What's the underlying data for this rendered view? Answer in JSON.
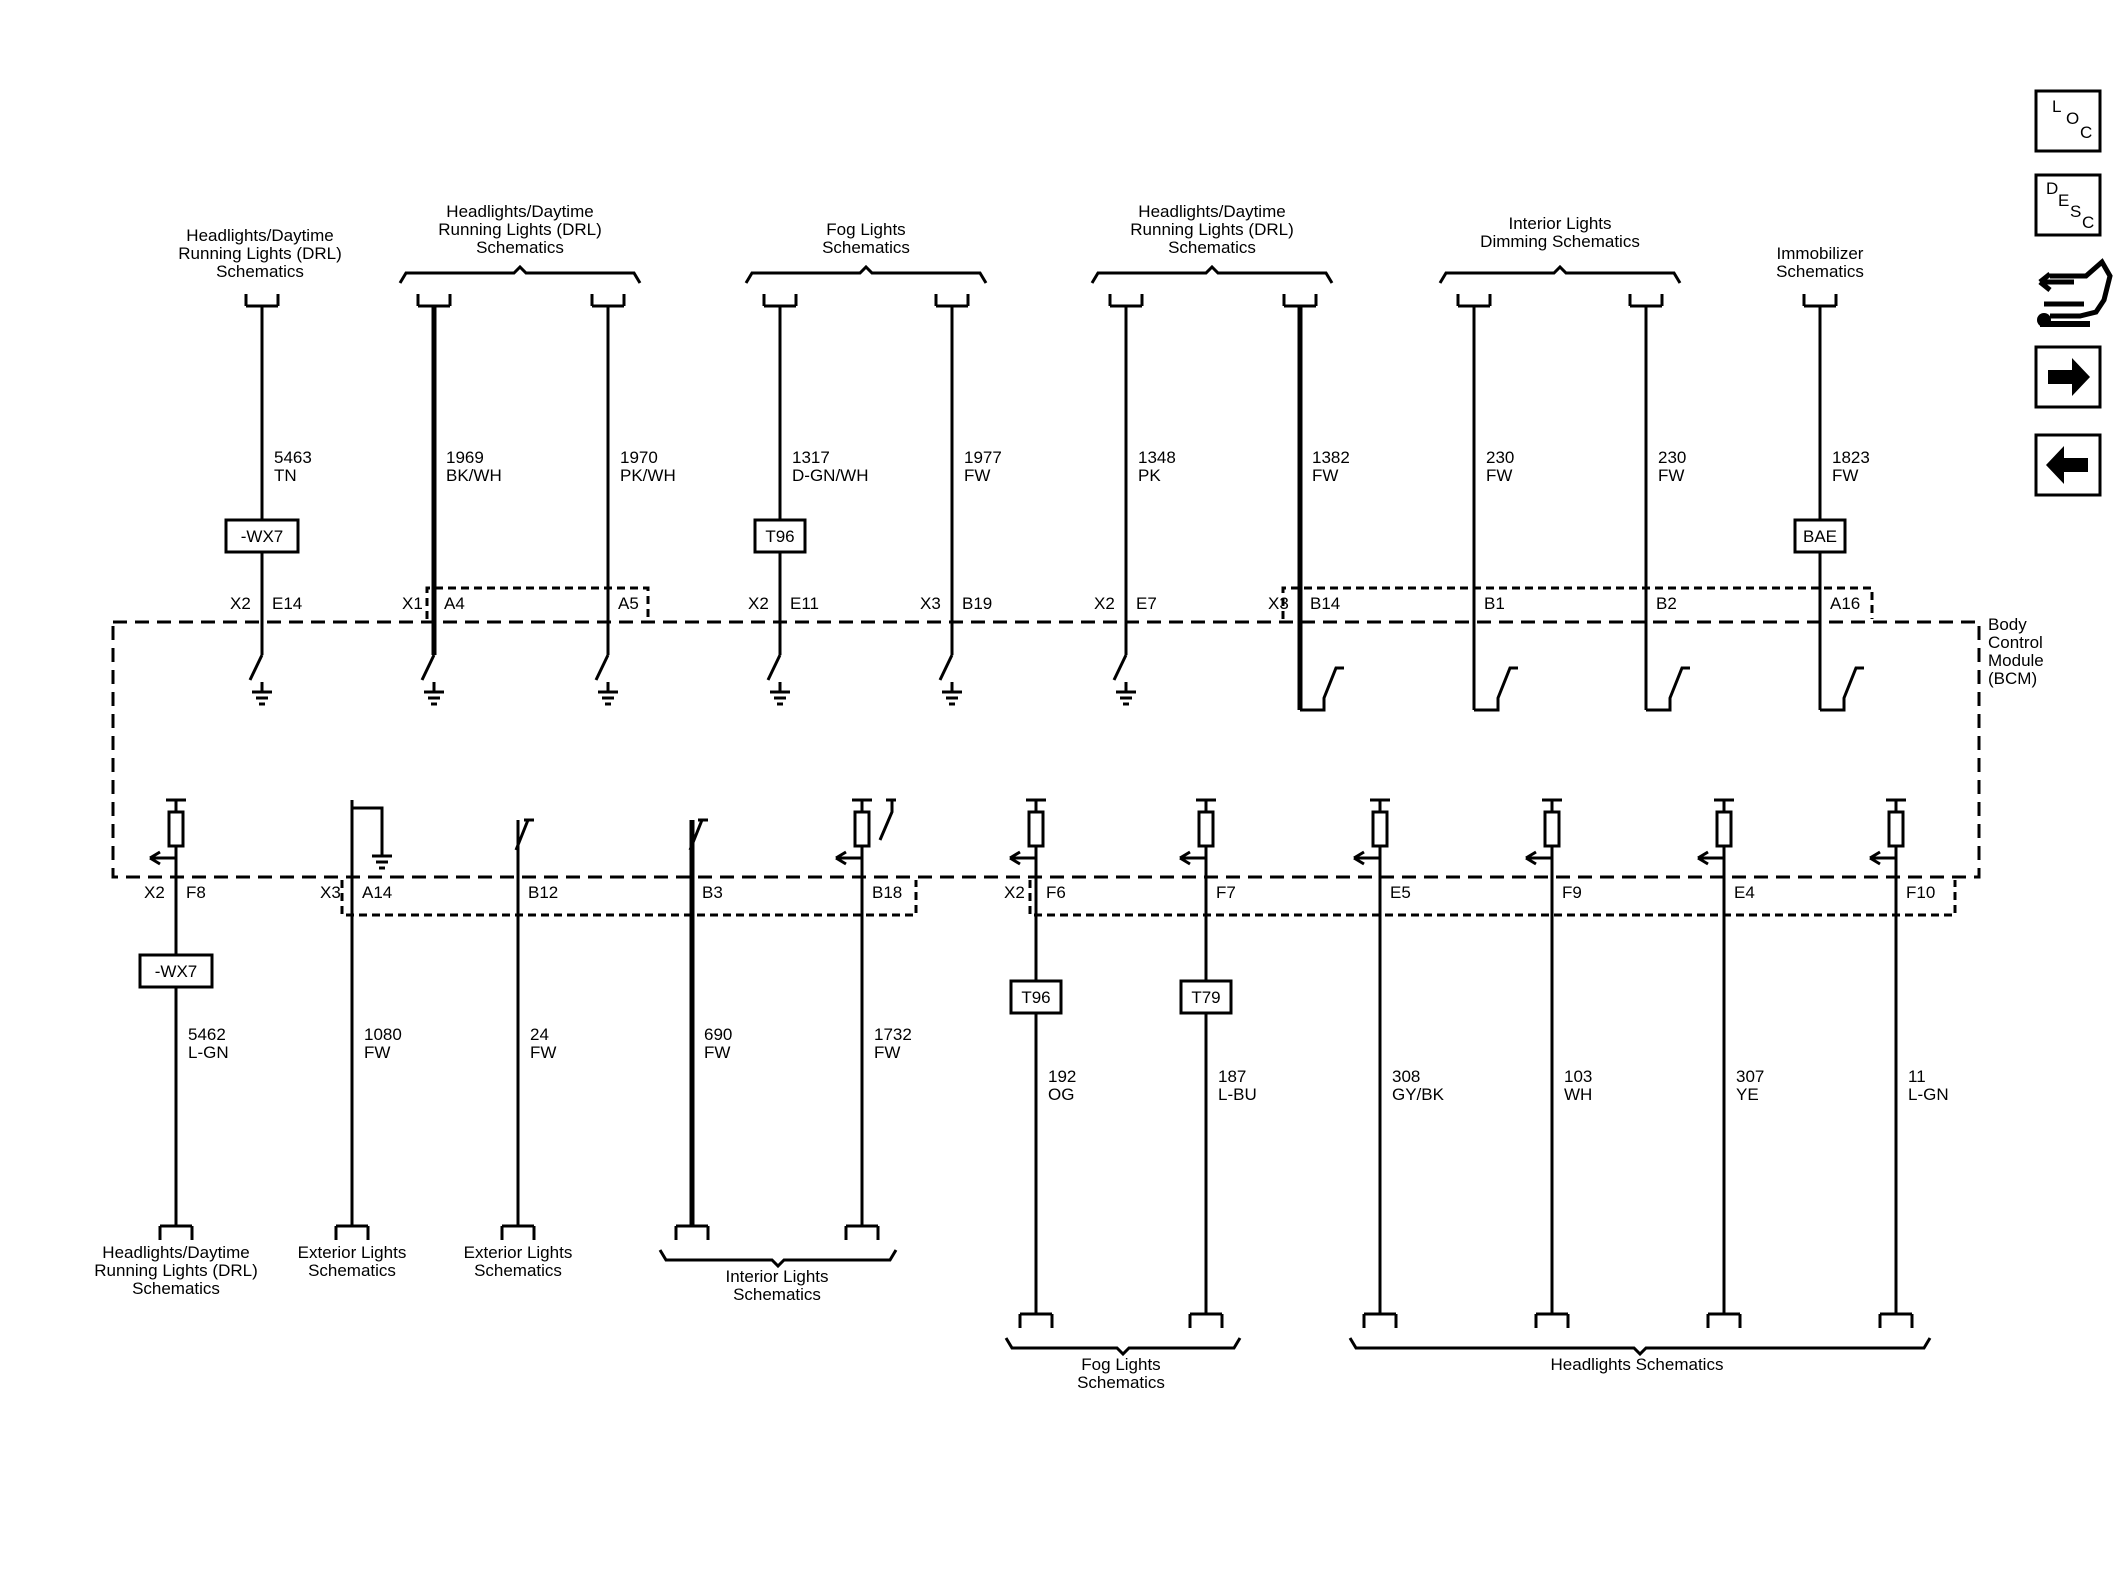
{
  "top_sources": [
    {
      "id": "t1",
      "lines": [
        "Headlights/Daytime",
        "Running Lights (DRL)",
        "Schematics"
      ]
    },
    {
      "id": "t2",
      "lines": [
        "Headlights/Daytime",
        "Running Lights (DRL)",
        "Schematics"
      ]
    },
    {
      "id": "t3",
      "lines": [
        "Fog Lights",
        "Schematics"
      ]
    },
    {
      "id": "t4",
      "lines": [
        "Headlights/Daytime",
        "Running Lights (DRL)",
        "Schematics"
      ]
    },
    {
      "id": "t5",
      "lines": [
        "Interior Lights",
        "Dimming Schematics"
      ]
    },
    {
      "id": "t6",
      "lines": [
        "Immobilizer",
        "Schematics"
      ]
    }
  ],
  "top_wires": [
    {
      "circuit": "5463",
      "color": "TN",
      "option": "-WX7",
      "conn": "X2",
      "pin": "E14"
    },
    {
      "circuit": "1969",
      "color": "BK/WH",
      "option": "",
      "conn": "X1",
      "pin": "A4"
    },
    {
      "circuit": "1970",
      "color": "PK/WH",
      "option": "",
      "conn": "",
      "pin": "A5"
    },
    {
      "circuit": "1317",
      "color": "D-GN/WH",
      "option": "T96",
      "conn": "X2",
      "pin": "E11"
    },
    {
      "circuit": "1977",
      "color": "FW",
      "option": "",
      "conn": "X3",
      "pin": "B19"
    },
    {
      "circuit": "1348",
      "color": "PK",
      "option": "",
      "conn": "X2",
      "pin": "E7"
    },
    {
      "circuit": "1382",
      "color": "FW",
      "option": "",
      "conn": "X3",
      "pin": "B14"
    },
    {
      "circuit": "230",
      "color": "FW",
      "option": "",
      "conn": "",
      "pin": "B1"
    },
    {
      "circuit": "230",
      "color": "FW",
      "option": "",
      "conn": "",
      "pin": "B2"
    },
    {
      "circuit": "1823",
      "color": "FW",
      "option": "BAE",
      "conn": "",
      "pin": "A16"
    }
  ],
  "module": {
    "lines": [
      "Body",
      "Control",
      "Module",
      "(BCM)"
    ]
  },
  "bottom_wires": [
    {
      "circuit": "5462",
      "color": "L-GN",
      "option": "-WX7",
      "conn": "X2",
      "pin": "F8"
    },
    {
      "circuit": "1080",
      "color": "FW",
      "option": "",
      "conn": "X3",
      "pin": "A14"
    },
    {
      "circuit": "24",
      "color": "FW",
      "option": "",
      "conn": "",
      "pin": "B12"
    },
    {
      "circuit": "690",
      "color": "FW",
      "option": "",
      "conn": "",
      "pin": "B3"
    },
    {
      "circuit": "1732",
      "color": "FW",
      "option": "",
      "conn": "",
      "pin": "B18"
    },
    {
      "circuit": "192",
      "color": "OG",
      "option": "T96",
      "conn": "X2",
      "pin": "F6"
    },
    {
      "circuit": "187",
      "color": "L-BU",
      "option": "T79",
      "conn": "",
      "pin": "F7"
    },
    {
      "circuit": "308",
      "color": "GY/BK",
      "option": "",
      "conn": "",
      "pin": "E5"
    },
    {
      "circuit": "103",
      "color": "WH",
      "option": "",
      "conn": "",
      "pin": "F9"
    },
    {
      "circuit": "307",
      "color": "YE",
      "option": "",
      "conn": "",
      "pin": "E4"
    },
    {
      "circuit": "11",
      "color": "L-GN",
      "option": "",
      "conn": "",
      "pin": "F10"
    }
  ],
  "bottom_targets": [
    {
      "id": "b1",
      "lines": [
        "Headlights/Daytime",
        "Running Lights (DRL)",
        "Schematics"
      ]
    },
    {
      "id": "b2",
      "lines": [
        "Exterior Lights",
        "Schematics"
      ]
    },
    {
      "id": "b3",
      "lines": [
        "Exterior Lights",
        "Schematics"
      ]
    },
    {
      "id": "b4",
      "lines": [
        "Interior Lights",
        "Schematics"
      ]
    },
    {
      "id": "b5",
      "lines": [
        "Fog Lights",
        "Schematics"
      ]
    },
    {
      "id": "b6",
      "lines": [
        "Headlights Schematics"
      ]
    }
  ],
  "nav": {
    "loc": [
      "L",
      "O",
      "C"
    ],
    "desc": [
      "D",
      "E",
      "S",
      "C"
    ]
  }
}
